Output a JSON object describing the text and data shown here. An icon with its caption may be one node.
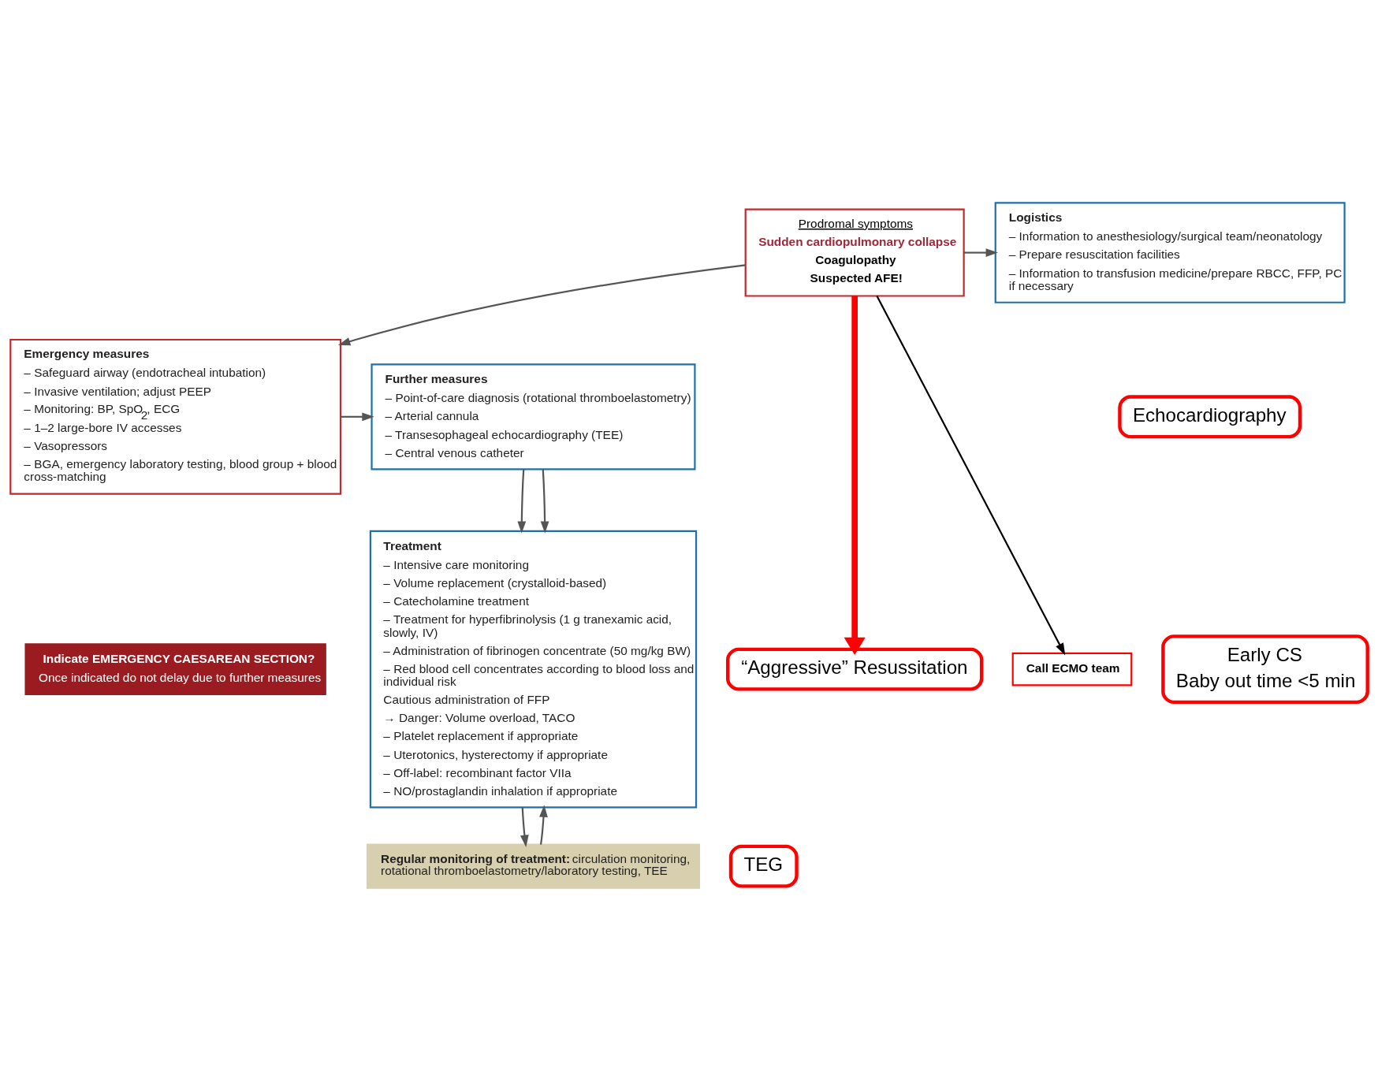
{
  "diagram": {
    "nodes": [
      {
        "text": [
          "Prodromal symptoms",
          "Sudden cardiopulmonary collapse",
          "Coagulopathy",
          "Suspected AFE!"
        ]
      },
      {
        "text": [
          "Logistics",
          "– Information to anesthesiology/surgical team/neonatology",
          "– Prepare resuscitation facilities",
          "– Information to transfusion medicine/prepare RBCC, FFP, PC if necessary"
        ]
      },
      {
        "text": [
          "Emergency measures",
          "– Safeguard airway (endotracheal intubation)",
          "– Invasive ventilation; adjust PEEP",
          "– Monitoring: BP, SpO$_{2}$, ECG",
          "– 1–2 large-bore IV accesses",
          "– Vasopressors",
          "– BGA, emergency laboratory testing, blood group + blood cross-matching"
        ]
      },
      {
        "text": [
          "Further measures",
          "– Point-of-care diagnosis (rotational thromboelastometry)",
          "– Arterial cannula",
          "– Transesophageal echocardiography (TEE)",
          "– Central venous catheter"
        ]
      },
      {
        "text": [
          "Indicate EMERGENCY CAESAREAN SECTION?",
          "Once indicated do not delay due to further measures"
        ]
      },
      {
        "text": [
          "“Aggressive” Resussitation"
        ]
      },
      {
        "text": [
          "Call ECMO team"
        ]
      },
      {
        "text": [
          "Echocardiography"
        ]
      },
      {
        "text": [
          "Early CS",
          "Baby out time <5 min"
        ]
      },
      {
        "text": [
          "Treatment",
          "– Intensive care monitoring",
          "– Volume replacement (crystalloid-based)",
          "– Catecholamine treatment",
          "– Treatment for hyperfibrinolysis (1 g tranexamic acid, slowly, IV)",
          "– Administration of fibrinogen concentrate (50 mg/kg BW)",
          "– Red blood cell concentrates according to blood loss and individual risk",
          "Cautious administration of FFP",
          "→ Danger: Volume overload, TACO",
          "– Platelet replacement if appropriate",
          "– Uterotonics, hysterectomy if appropriate",
          "– Off-label: recombinant factor VIIa",
          "– NO/prostaglandin inhalation if appropriate"
        ]
      },
      {
        "text": [
          "**Regular monitoring of treatment:** circulation monitoring, rotational thromboelastometry/laboratory testing, TEE"
        ]
      },
      {
        "text": [
          "TEG"
        ]
      }
    ],
    "edges": [
      {
        "from": 0,
        "to": 1,
        "arrow": "to"
      },
      {
        "from": 0,
        "to": 2,
        "arrow": "to"
      },
      {
        "from": 0,
        "to": 5,
        "arrow": "to",
        "style": "thick",
        "color": "#ff0000"
      },
      {
        "from": 0,
        "to": 6,
        "arrow": "to",
        "color": "#000000"
      },
      {
        "from": 2,
        "to": 3,
        "arrow": "to"
      },
      {
        "from": 3,
        "to": 9,
        "arrow": "to"
      },
      {
        "from": 3,
        "to": 9,
        "arrow": "to"
      },
      {
        "from": 9,
        "to": 10,
        "arrow": "to"
      },
      {
        "from": 10,
        "to": 9,
        "arrow": "to"
      }
    ]
  }
}
